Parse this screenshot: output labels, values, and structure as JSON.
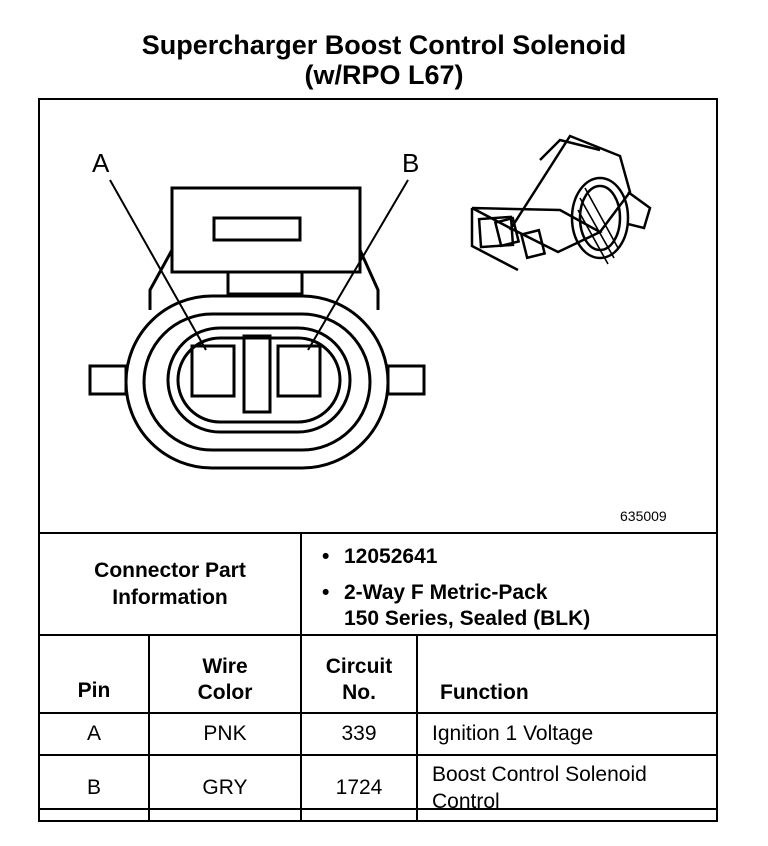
{
  "title": {
    "line1": "Supercharger Boost Control Solenoid",
    "line2": "(w/RPO L67)"
  },
  "diagram": {
    "pin_a_label": "A",
    "pin_b_label": "B",
    "figure_code": "635009"
  },
  "connector_info": {
    "label_line1": "Connector Part",
    "label_line2": "Information",
    "bullet": "•",
    "parts": [
      {
        "line1": "12052641",
        "line2": ""
      },
      {
        "line1": "2-Way F Metric-Pack",
        "line2": "150 Series, Sealed (BLK)"
      }
    ]
  },
  "table": {
    "headers": {
      "pin": "Pin",
      "wire_l1": "Wire",
      "wire_l2": "Color",
      "circuit_l1": "Circuit",
      "circuit_l2": "No.",
      "function": "Function"
    },
    "rows": [
      {
        "pin": "A",
        "color": "PNK",
        "circuit": "339",
        "function_l1": "Ignition 1 Voltage",
        "function_l2": ""
      },
      {
        "pin": "B",
        "color": "GRY",
        "circuit": "1724",
        "function_l1": "Boost Control Solenoid",
        "function_l2": "Control"
      }
    ]
  }
}
